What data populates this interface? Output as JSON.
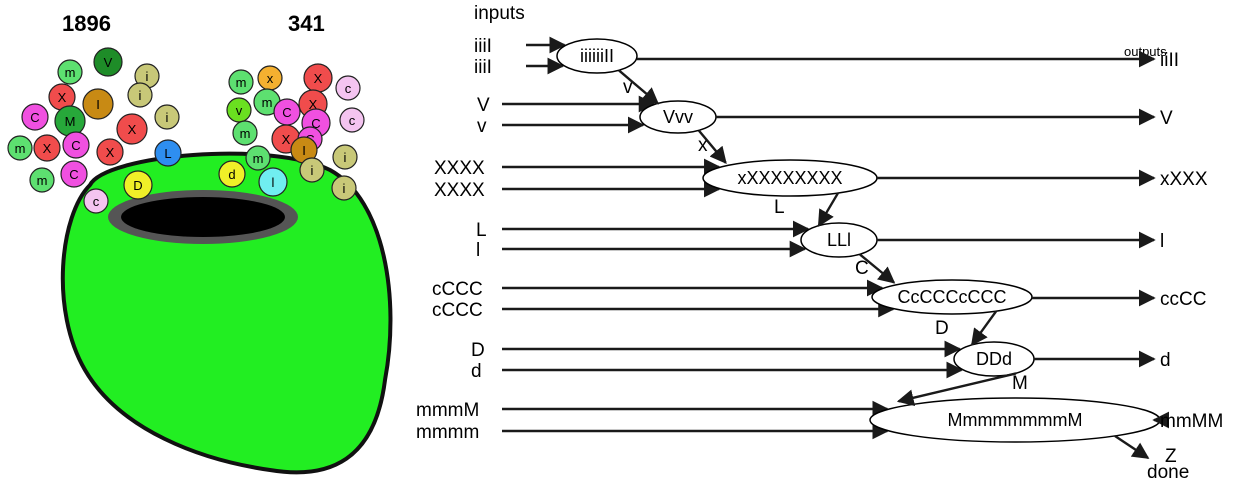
{
  "counts": {
    "left": "1896",
    "right": "341"
  },
  "headers": {
    "inputs": "inputs",
    "outputs": "outputs"
  },
  "stages": [
    {
      "inputs": [
        "iiiI",
        "iiiI"
      ],
      "node": "iiiiiiII",
      "output": "iiII",
      "link_in": ""
    },
    {
      "inputs": [
        "V",
        "v"
      ],
      "node": "Vvv",
      "output": "V",
      "link_in": "v"
    },
    {
      "inputs": [
        "XXXX",
        "XXXX"
      ],
      "node": "xXXXXXXXX",
      "output": "xXXX",
      "link_in": "x"
    },
    {
      "inputs": [
        "L",
        "l"
      ],
      "node": "LLl",
      "output": "l",
      "link_in": "L"
    },
    {
      "inputs": [
        "cCCC",
        "cCCC"
      ],
      "node": "CcCCCcCCC",
      "output": "ccCC",
      "link_in": "C"
    },
    {
      "inputs": [
        "D",
        "d"
      ],
      "node": "DDd",
      "output": "d",
      "link_in": "D"
    },
    {
      "inputs": [
        "mmmM",
        "mmmm"
      ],
      "node": "MmmmmmmmM",
      "output": "mmMM",
      "link_in": "M"
    }
  ],
  "final": {
    "link": "Z",
    "label": "done"
  },
  "balls_left": [
    {
      "t": "m",
      "c": "#5de070"
    },
    {
      "t": "V",
      "c": "#1e8c28"
    },
    {
      "t": "i",
      "c": "#c8c878"
    },
    {
      "t": "X",
      "c": "#f04c4c"
    },
    {
      "t": "I",
      "c": "#c88a14"
    },
    {
      "t": "i",
      "c": "#c8c878"
    },
    {
      "t": "C",
      "c": "#f050e0"
    },
    {
      "t": "M",
      "c": "#27a83a"
    },
    {
      "t": "i",
      "c": "#c8c878"
    },
    {
      "t": "X",
      "c": "#f04c4c"
    },
    {
      "t": "m",
      "c": "#5de070"
    },
    {
      "t": "X",
      "c": "#f04c4c"
    },
    {
      "t": "C",
      "c": "#f050e0"
    },
    {
      "t": "X",
      "c": "#f04c4c"
    },
    {
      "t": "L",
      "c": "#2e8ef0"
    },
    {
      "t": "m",
      "c": "#5de070"
    },
    {
      "t": "C",
      "c": "#f050e0"
    },
    {
      "t": "D",
      "c": "#f0f028"
    },
    {
      "t": "c",
      "c": "#f4c4f0"
    }
  ],
  "balls_right": [
    {
      "t": "m",
      "c": "#5de070"
    },
    {
      "t": "x",
      "c": "#f4b030"
    },
    {
      "t": "X",
      "c": "#f04c4c"
    },
    {
      "t": "c",
      "c": "#f4c4f0"
    },
    {
      "t": "m",
      "c": "#5de070"
    },
    {
      "t": "C",
      "c": "#f050e0"
    },
    {
      "t": "X",
      "c": "#f04c4c"
    },
    {
      "t": "v",
      "c": "#6ae020"
    },
    {
      "t": "m",
      "c": "#5de070"
    },
    {
      "t": "C",
      "c": "#f050e0"
    },
    {
      "t": "c",
      "c": "#f4c4f0"
    },
    {
      "t": "X",
      "c": "#f04c4c"
    },
    {
      "t": "C",
      "c": "#f050e0"
    },
    {
      "t": "m",
      "c": "#5de070"
    },
    {
      "t": "I",
      "c": "#c88a14"
    },
    {
      "t": "i",
      "c": "#c8c878"
    },
    {
      "t": "d",
      "c": "#f0f028"
    },
    {
      "t": "l",
      "c": "#70eef0"
    },
    {
      "t": "i",
      "c": "#c8c878"
    },
    {
      "t": "i",
      "c": "#c8c878"
    }
  ],
  "colors": {
    "blob": "#22ee22",
    "hole_rim": "#555555",
    "hole": "#000000"
  }
}
